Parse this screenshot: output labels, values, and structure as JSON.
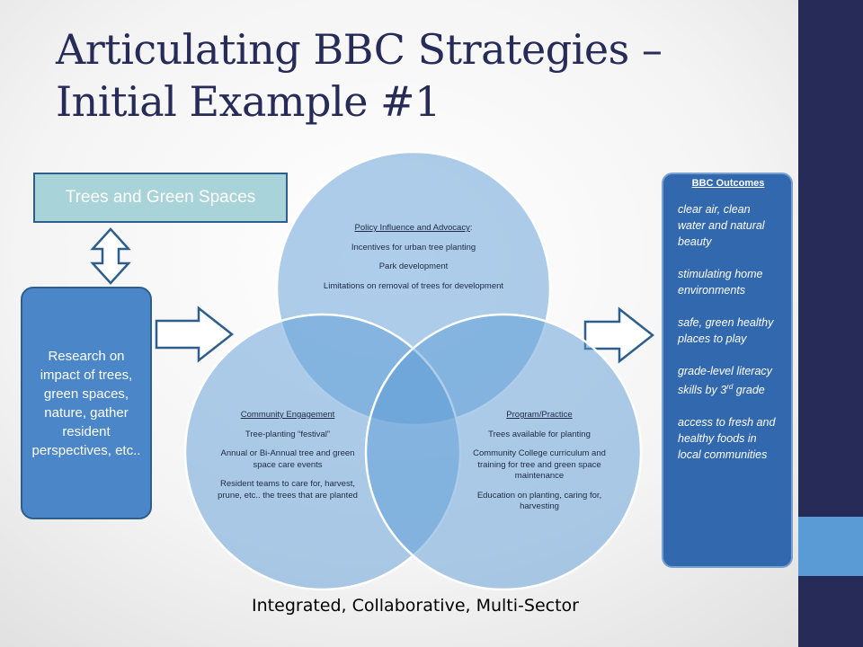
{
  "slide": {
    "title": "Articulating BBC Strategies – Initial Example #1",
    "topic": "Trees and Green Spaces",
    "research": "Research on impact of trees, green spaces, nature, gather resident perspectives, etc..",
    "footer": "Integrated, Collaborative, Multi-Sector"
  },
  "circles": {
    "policy": {
      "heading": "Policy Influence and Advocacy",
      "items": [
        "Incentives for urban tree planting",
        "Park development",
        "Limitations on removal of trees for development"
      ]
    },
    "community": {
      "heading": "Community Engagement",
      "items": [
        "Tree-planting “festival”",
        "Annual or Bi-Annual tree and green space care events",
        "Resident teams to care for, harvest, prune, etc.. the trees that are planted"
      ]
    },
    "program": {
      "heading": "Program/Practice",
      "items": [
        "Trees available for planting",
        "Community College curriculum and training for tree and green space maintenance",
        "Education on planting, caring for, harvesting"
      ]
    }
  },
  "outcomes": {
    "title": "BBC Outcomes",
    "items": [
      "clear air, clean water and natural beauty",
      "stimulating home environments",
      "safe, green healthy places to play",
      "grade-level literacy skills by 3",
      "access to fresh and healthy foods in local communities"
    ],
    "superscript": "rd",
    "suffix": " grade"
  },
  "colors": {
    "title": "#262b58",
    "circle_fill": "#5b9bd5",
    "research_fill": "#4a86c8",
    "outcomes_fill": "#3268ae",
    "topic_fill": "#a8d3d8",
    "sidebar": "#262b58",
    "sidebar_accent": "#5b9bd5"
  }
}
